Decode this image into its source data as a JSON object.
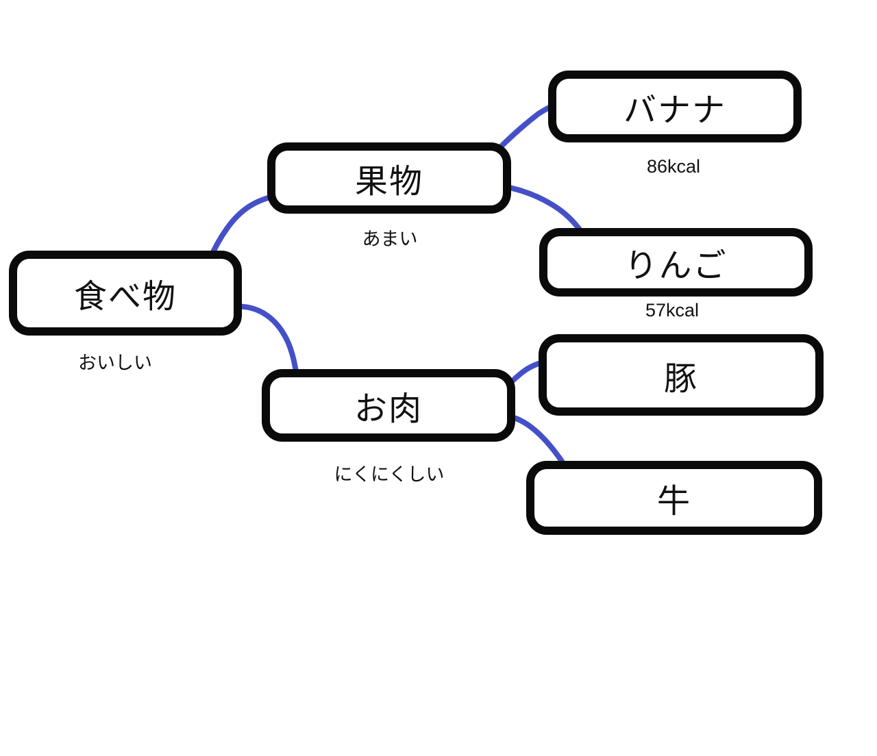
{
  "diagram": {
    "type": "mind-map",
    "language": "ja",
    "colors": {
      "edge": "#4550c8",
      "box_border": "#0a0a0a",
      "text": "#111111",
      "background": "#ffffff"
    },
    "nodes": [
      {
        "id": "food",
        "label": "食べ物",
        "sublabel": "おいしい"
      },
      {
        "id": "fruit",
        "label": "果物",
        "sublabel": "あまい"
      },
      {
        "id": "banana",
        "label": "バナナ",
        "sublabel": "86kcal"
      },
      {
        "id": "apple",
        "label": "りんご",
        "sublabel": "57kcal"
      },
      {
        "id": "meat",
        "label": "お肉",
        "sublabel": "にくにくしい"
      },
      {
        "id": "pork",
        "label": "豚",
        "sublabel": ""
      },
      {
        "id": "beef",
        "label": "牛",
        "sublabel": ""
      }
    ],
    "edges": [
      {
        "from": "food",
        "to": "fruit"
      },
      {
        "from": "food",
        "to": "meat"
      },
      {
        "from": "fruit",
        "to": "banana"
      },
      {
        "from": "fruit",
        "to": "apple"
      },
      {
        "from": "meat",
        "to": "pork"
      },
      {
        "from": "meat",
        "to": "beef"
      }
    ]
  }
}
